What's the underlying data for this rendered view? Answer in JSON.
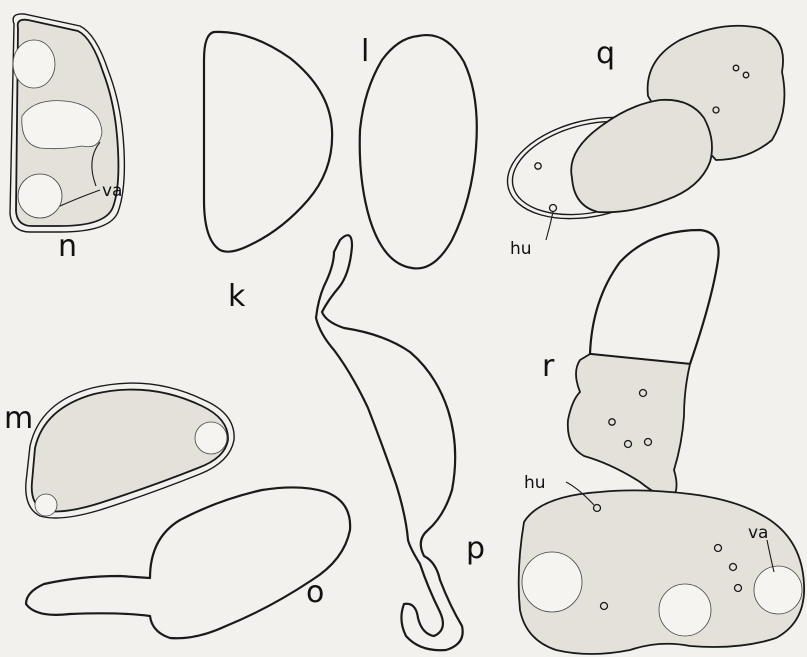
{
  "figure_labels": {
    "k": "k",
    "l": "l",
    "m": "m",
    "n": "n",
    "o": "o",
    "p": "p",
    "q": "q",
    "r": "r"
  },
  "annotations": {
    "n_va": "va",
    "q_hu": "hu",
    "s_hu": "hu",
    "s_va": "va"
  },
  "colors": {
    "paper": "#f3f1ee",
    "ink": "#1a1a1a",
    "cytoplasm": "#e4e0da"
  }
}
